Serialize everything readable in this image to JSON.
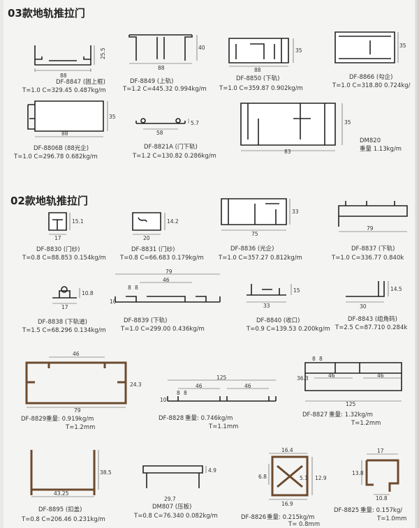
{
  "section_03": {
    "title": "03款地轨推拉门"
  },
  "section_02": {
    "title": "02款地轨推拉门"
  },
  "items": {
    "df8847": {
      "name": "DF-8847 (固上框)",
      "spec": "T=1.0 C=329.45 0.487kg/m",
      "d1": "88",
      "d2": "25.5"
    },
    "df8849": {
      "name": "DF-8849 (上轨)",
      "spec": "T=1.2 C=445.32 0.994kg/m",
      "d1": "88",
      "d2": "40"
    },
    "df8850": {
      "name": "DF-8850 (下轨)",
      "spec": "T=1.0 C=359.87 0.902kg/m",
      "d1": "88",
      "d2": "35"
    },
    "df8866": {
      "name": "DF-8866 (勾企)",
      "spec": "T=1.0 C=318.80 0.724kg/",
      "d1": "35"
    },
    "df8806b": {
      "name": "DF-8806B (88光企)",
      "spec": "T=1.0 C=296.78 0.682kg/m",
      "d1": "88",
      "d2": "35"
    },
    "df8821a": {
      "name": "DF-8821A (门下轨)",
      "spec": "T=1.2 C=130.82 0.286kg/m",
      "d1": "58",
      "d2": "5.7"
    },
    "dm820": {
      "name": "DM820",
      "spec": "重量 1.13kg/m",
      "d1": "83",
      "d2": "35"
    },
    "df8830": {
      "name": "DF-8830 (门纱)",
      "spec": "T=0.8 C=88.853 0.154kg/m",
      "d1": "17",
      "d2": "15.1"
    },
    "df8831": {
      "name": "DF-8831 (门纱)",
      "spec": "T=0.8 C=66.683 0.179kg/m",
      "d1": "20",
      "d2": "14.2"
    },
    "df8836": {
      "name": "DF-8836 (光企)",
      "spec": "T=1.0 C=357.27 0.812kg/m",
      "d1": "75",
      "d2": "33"
    },
    "df8837": {
      "name": "DF-8837 (下轨)",
      "spec": "T=1.0 C=336.77 0.840k",
      "d1": "79"
    },
    "df8838": {
      "name": "DF-8838 (下轨道)",
      "spec": "T=1.5 C=68.296 0.134kg/m",
      "d1": "17",
      "d2": "10.8"
    },
    "df8839": {
      "name": "DF-8839 (下轨)",
      "spec": "T=1.0 C=299.00 0.436kg/m",
      "d1": "79",
      "d2": "46",
      "d3": "8",
      "d4": "8",
      "d5": "10"
    },
    "df8840": {
      "name": "DF-8840 (收口)",
      "spec": "T=0.9 C=139.53 0.200kg/m",
      "d1": "33",
      "d2": "15"
    },
    "df8843": {
      "name": "DF-8843 (组角码)",
      "spec": "T=2.5 C=87.710 0.284k",
      "d1": "30",
      "d2": "14.5"
    },
    "df8829": {
      "name": "DF-8829",
      "spec1": "重量: 0.919kg/m",
      "spec2": "T=1.2mm",
      "d1": "79",
      "d2": "46",
      "d3": "24.3"
    },
    "df8828": {
      "name": "DF-8828",
      "spec1": "重量: 0.746kg/m",
      "spec2": "T=1.1mm",
      "d1": "125",
      "d2": "46",
      "d3": "46",
      "d4": "8",
      "d5": "8",
      "d6": "10"
    },
    "df8827": {
      "name": "DF-8827",
      "spec1": "重量: 1.32kg/m",
      "spec2": "T=1.2mm",
      "d1": "125",
      "d2": "46",
      "d3": "46",
      "d4": "8",
      "d5": "8",
      "d6": "36.3"
    },
    "df8895": {
      "name": "DF-8895 (扣盖)",
      "spec": "T=0.8 C=206.46 0.231kg/m",
      "d1": "43.25",
      "d2": "38.5"
    },
    "dm807": {
      "name": "DM807 (压板)",
      "spec": "T=0.8 C=76.340 0.082kg/m",
      "d1": "29.7",
      "d2": "4.9"
    },
    "df8826": {
      "name": "DF-8826",
      "spec1": "重量: 0.215kg/m",
      "spec2": "T= 0.8mm",
      "d1": "16.4",
      "d2": "16.9",
      "d3": "12.9",
      "d4": "6.8",
      "d5": "5.1"
    },
    "df8825": {
      "name": "DF-8825",
      "spec1": "重量: 0.157kg/",
      "spec2": "T=1.0mm",
      "d1": "17",
      "d2": "10.8",
      "d3": "13.8"
    }
  }
}
